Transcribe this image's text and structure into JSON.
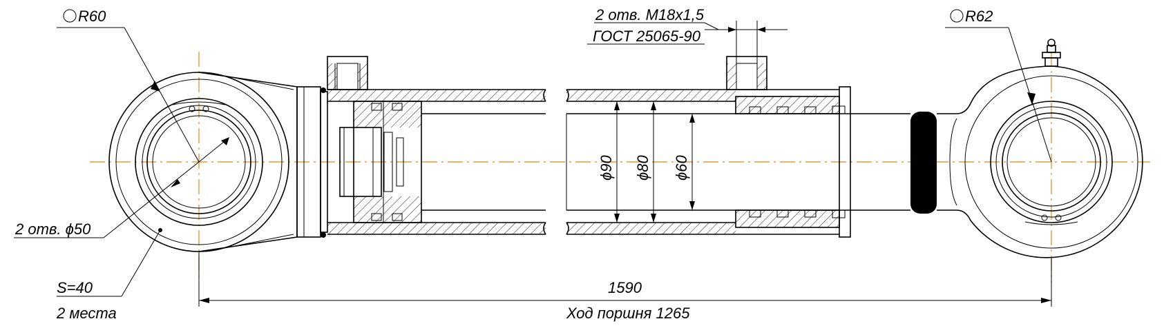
{
  "labels": {
    "radius_left": "R60",
    "radius_right": "R62",
    "holes_thread": "2 отв. М18х1,5",
    "thread_standard": "ГОСТ 25065-90",
    "holes_bore": "2 отв. ϕ50",
    "thickness": "S=40",
    "places": "2 места",
    "length": "1590",
    "stroke": "Ход поршня 1265",
    "dia_90": "ϕ90",
    "dia_80": "ϕ80",
    "dia_60": "ϕ60"
  },
  "colors": {
    "line": "#000000",
    "axis": "#e69a3a"
  }
}
